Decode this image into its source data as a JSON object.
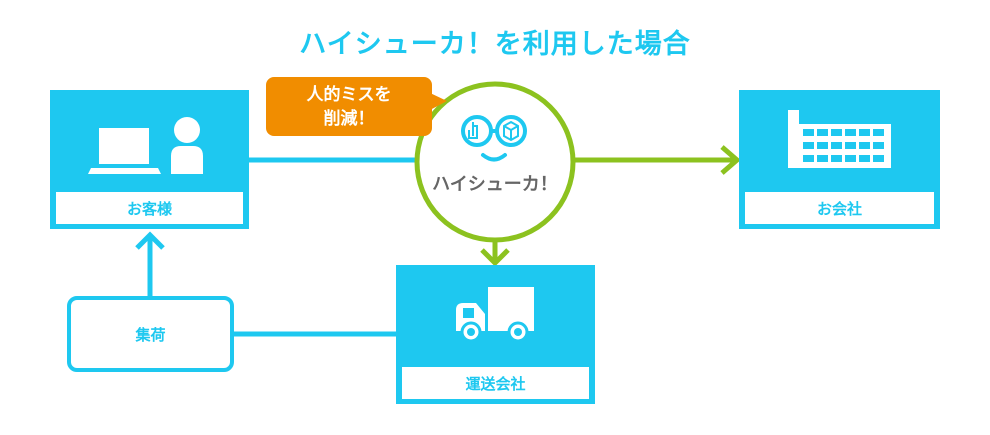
{
  "title": "ハイシューカ！を利用した場合",
  "colors": {
    "primary": "#1ec8f0",
    "accent": "#8cc21f",
    "callout": "#f18d00",
    "hub_text": "#666666",
    "hub_face": "#1ec8f0"
  },
  "nodes": {
    "customer": {
      "label": "お客様",
      "icon": "laptop-user-icon"
    },
    "company": {
      "label": "お会社",
      "icon": "building-icon"
    },
    "carrier": {
      "label": "運送会社",
      "icon": "truck-icon"
    },
    "pickup": {
      "label": "集荷"
    }
  },
  "hub": {
    "label": "ハイシューカ！",
    "icon": "smile-face-icon"
  },
  "callout": {
    "line1": "人的ミスを",
    "line2": "削減！"
  }
}
